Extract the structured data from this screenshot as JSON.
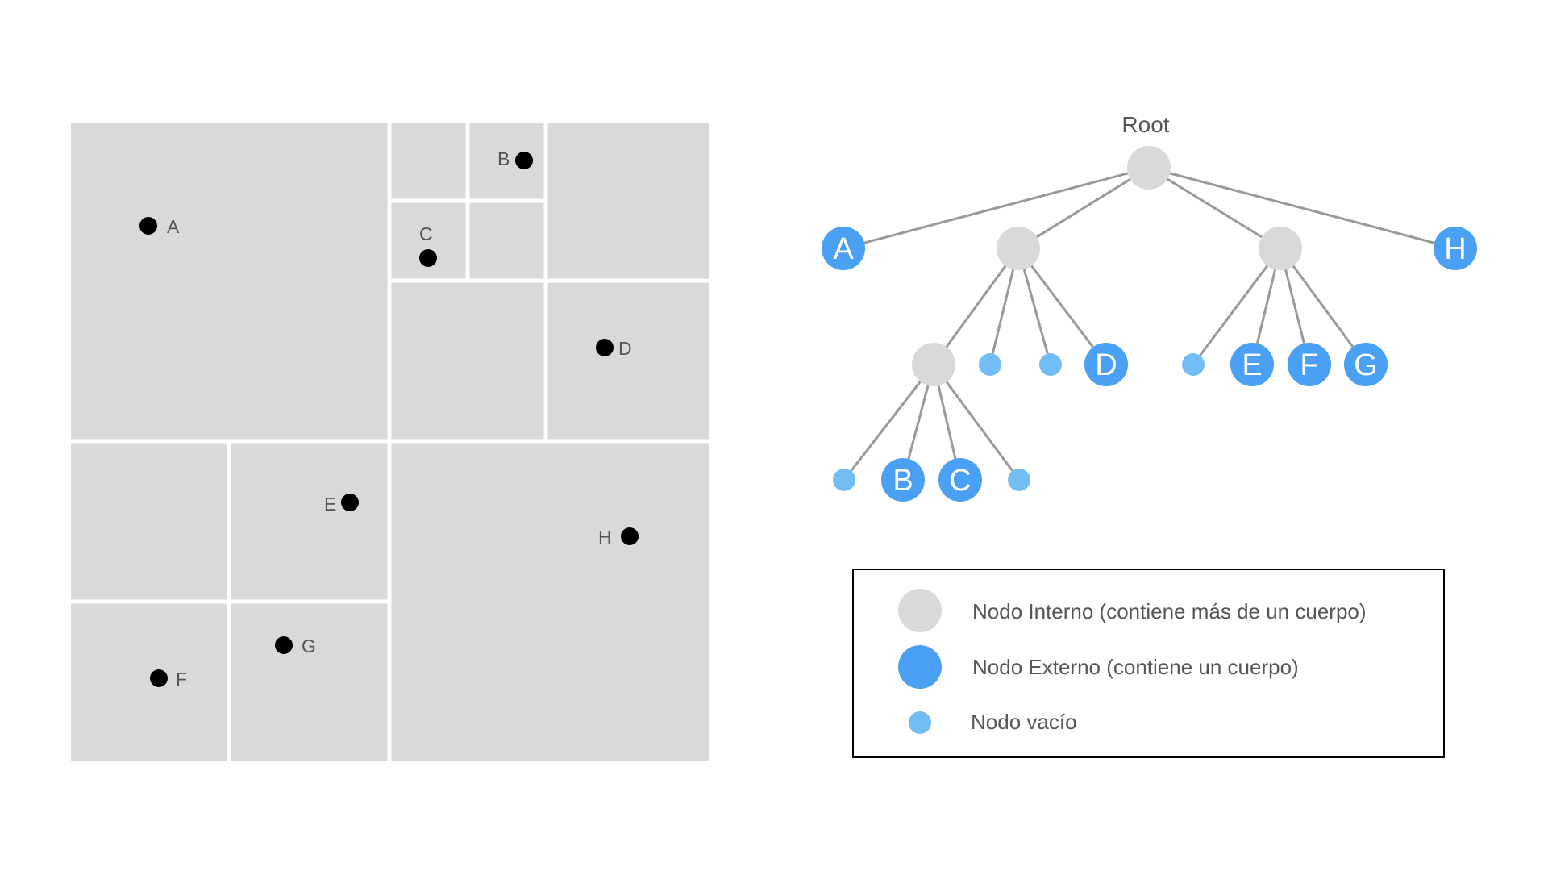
{
  "colors": {
    "region": "#d9d9d9",
    "divider": "#ffffff",
    "point": "#000000",
    "edge": "#999999",
    "internal_node": "#d9d9d9",
    "external_node": "#4aa0f2",
    "empty_node": "#73bdf5",
    "text": "#555555"
  },
  "points": [
    {
      "id": "A",
      "label": "A"
    },
    {
      "id": "B",
      "label": "B"
    },
    {
      "id": "C",
      "label": "C"
    },
    {
      "id": "D",
      "label": "D"
    },
    {
      "id": "E",
      "label": "E"
    },
    {
      "id": "F",
      "label": "F"
    },
    {
      "id": "G",
      "label": "G"
    },
    {
      "id": "H",
      "label": "H"
    }
  ],
  "tree": {
    "root_label": "Root",
    "nodes": [
      {
        "id": "root",
        "type": "internal"
      },
      {
        "id": "A",
        "type": "external",
        "label": "A"
      },
      {
        "id": "n1",
        "type": "internal"
      },
      {
        "id": "n2",
        "type": "internal"
      },
      {
        "id": "H",
        "type": "external",
        "label": "H"
      },
      {
        "id": "n3",
        "type": "internal"
      },
      {
        "id": "e1",
        "type": "empty"
      },
      {
        "id": "e2",
        "type": "empty"
      },
      {
        "id": "D",
        "type": "external",
        "label": "D"
      },
      {
        "id": "e3",
        "type": "empty"
      },
      {
        "id": "E",
        "type": "external",
        "label": "E"
      },
      {
        "id": "F",
        "type": "external",
        "label": "F"
      },
      {
        "id": "G",
        "type": "external",
        "label": "G"
      },
      {
        "id": "e4",
        "type": "empty"
      },
      {
        "id": "B",
        "type": "external",
        "label": "B"
      },
      {
        "id": "C",
        "type": "external",
        "label": "C"
      },
      {
        "id": "e5",
        "type": "empty"
      }
    ],
    "edges": [
      [
        "root",
        "A"
      ],
      [
        "root",
        "n1"
      ],
      [
        "root",
        "n2"
      ],
      [
        "root",
        "H"
      ],
      [
        "n1",
        "n3"
      ],
      [
        "n1",
        "e1"
      ],
      [
        "n1",
        "e2"
      ],
      [
        "n1",
        "D"
      ],
      [
        "n2",
        "e3"
      ],
      [
        "n2",
        "E"
      ],
      [
        "n2",
        "F"
      ],
      [
        "n2",
        "G"
      ],
      [
        "n3",
        "e4"
      ],
      [
        "n3",
        "B"
      ],
      [
        "n3",
        "C"
      ],
      [
        "n3",
        "e5"
      ]
    ]
  },
  "legend": {
    "internal": "Nodo Interno (contiene más de un cuerpo)",
    "external": "Nodo Externo (contiene un cuerpo)",
    "empty": "Nodo vacío"
  }
}
